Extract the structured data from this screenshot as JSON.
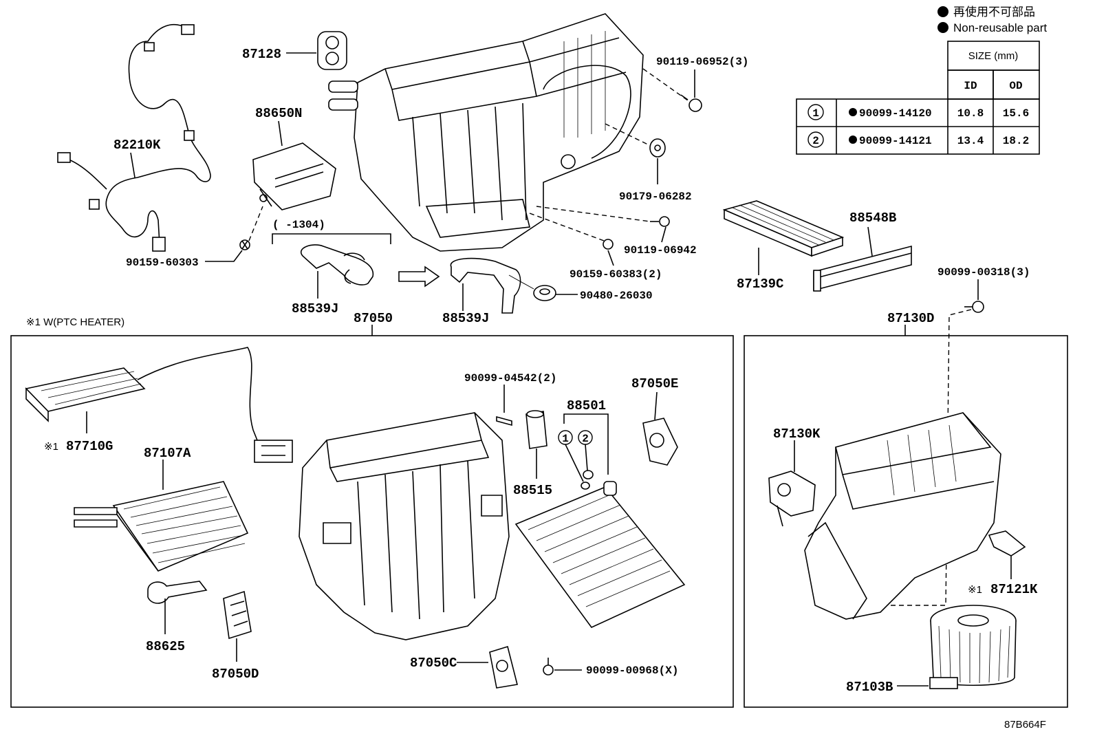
{
  "legend": {
    "non_reusable_jp": "再使用不可部品",
    "non_reusable_en": "Non-reusable part"
  },
  "size_table": {
    "size_header": "SIZE (mm)",
    "id_header": "ID",
    "od_header": "OD",
    "rows": [
      {
        "num": "1",
        "part": "90099-14120",
        "id": "10.8",
        "od": "15.6"
      },
      {
        "num": "2",
        "part": "90099-14121",
        "id": "13.4",
        "od": "18.2"
      }
    ]
  },
  "labels": {
    "p87128": "87128",
    "p88650n": "88650N",
    "p82210k": "82210K",
    "p90159_60303": "90159-60303",
    "range_note": "(  -1304)",
    "p88539j_a": "88539J",
    "p87050": "87050",
    "p88539j_b": "88539J",
    "p90119_06952": "90119-06952(3)",
    "p90179_06282": "90179-06282",
    "p90119_06942": "90119-06942",
    "p90159_60383": "90159-60383(2)",
    "p90480_26030": "90480-26030",
    "p88548b": "88548B",
    "p87139c": "87139C",
    "p90099_00318": "90099-00318(3)",
    "p87130d": "87130D",
    "ptc_note": "※1 W(PTC HEATER)",
    "p87710g": "87710G",
    "mark1": "※1",
    "p87107a": "87107A",
    "p90099_04542": "90099-04542(2)",
    "p87050e": "87050E",
    "p88501": "88501",
    "p88515": "88515",
    "p88625": "88625",
    "p87050d": "87050D",
    "p87050c": "87050C",
    "p90099_00968": "90099-00968(X)",
    "p87130k": "87130K",
    "mark2": "※1",
    "p87121k": "87121K",
    "p87103b": "87103B",
    "callout1": "1",
    "callout2": "2",
    "figure_code": "87B664F"
  }
}
